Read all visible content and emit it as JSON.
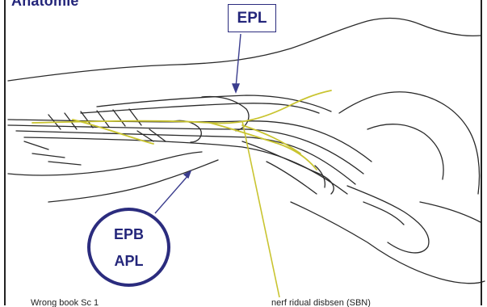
{
  "slide": {
    "title": "Anatomie",
    "label_top": "EPL",
    "circle_label_1": "EPB",
    "circle_label_2": "APL",
    "footer_left": "Wrong book Sc 1",
    "footer_right": "nerf ridual disbsen (SBN)"
  },
  "colors": {
    "title_blue": "#23257a",
    "nerve_yellow": "#c9c430",
    "pointer_blue": "#3b3d8e",
    "ink": "#2a2a2a"
  }
}
